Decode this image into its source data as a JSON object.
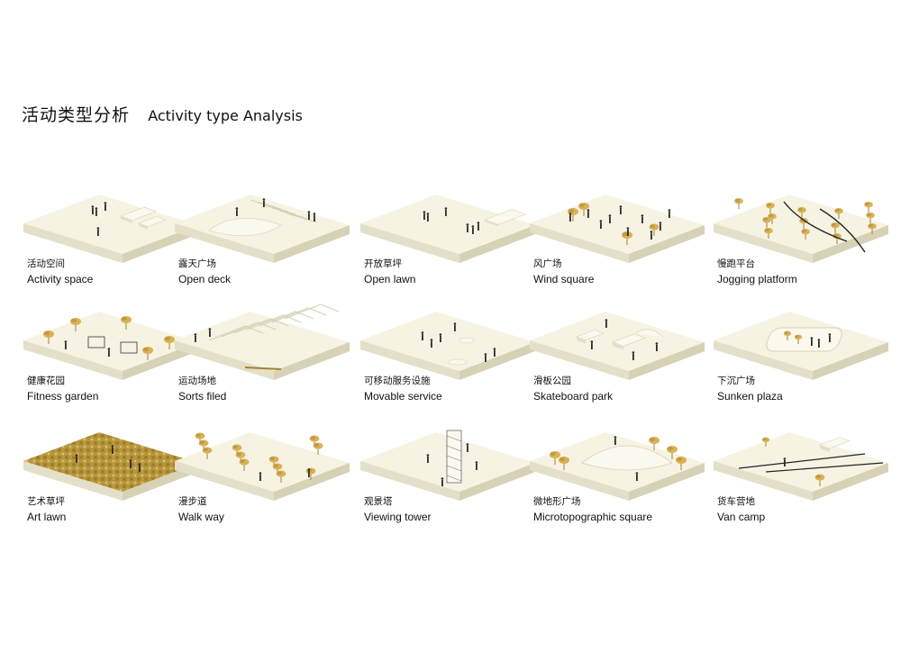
{
  "title": {
    "zh": "活动类型分析",
    "en": "Activity type Analysis"
  },
  "colors": {
    "base": "#f6f3e3",
    "side": "#e4dfc8",
    "edge": "#d7d1b6",
    "tree": "#d9b256",
    "tree_dark": "#a7822e",
    "person": "#2b2b2b",
    "art_lawn": "#b8963a"
  },
  "activities": [
    {
      "zh": "活动空间",
      "en": "Activity space",
      "icon": "activity-space-icon"
    },
    {
      "zh": "露天广场",
      "en": "Open deck",
      "icon": "open-deck-icon"
    },
    {
      "zh": "开放草坪",
      "en": "Open lawn",
      "icon": "open-lawn-icon"
    },
    {
      "zh": "风广场",
      "en": "Wind square",
      "icon": "wind-square-icon"
    },
    {
      "zh": "慢跑平台",
      "en": "Jogging platform",
      "icon": "jogging-platform-icon"
    },
    {
      "zh": "健康花园",
      "en": "Fitness garden",
      "icon": "fitness-garden-icon"
    },
    {
      "zh": "运动场地",
      "en": "Sorts filed",
      "icon": "sports-field-icon"
    },
    {
      "zh": "可移动服务设施",
      "en": "Movable service",
      "icon": "movable-service-icon"
    },
    {
      "zh": "滑板公园",
      "en": "Skateboard park",
      "icon": "skateboard-park-icon"
    },
    {
      "zh": "下沉广场",
      "en": "Sunken plaza",
      "icon": "sunken-plaza-icon"
    },
    {
      "zh": "艺术草坪",
      "en": "Art lawn",
      "icon": "art-lawn-icon"
    },
    {
      "zh": "漫步道",
      "en": "Walk way",
      "icon": "walk-way-icon"
    },
    {
      "zh": "观景塔",
      "en": "Viewing tower",
      "icon": "viewing-tower-icon"
    },
    {
      "zh": "微地形广场",
      "en": "Microtopographic square",
      "icon": "microtopographic-square-icon"
    },
    {
      "zh": "货车营地",
      "en": "Van camp",
      "icon": "van-camp-icon"
    }
  ]
}
